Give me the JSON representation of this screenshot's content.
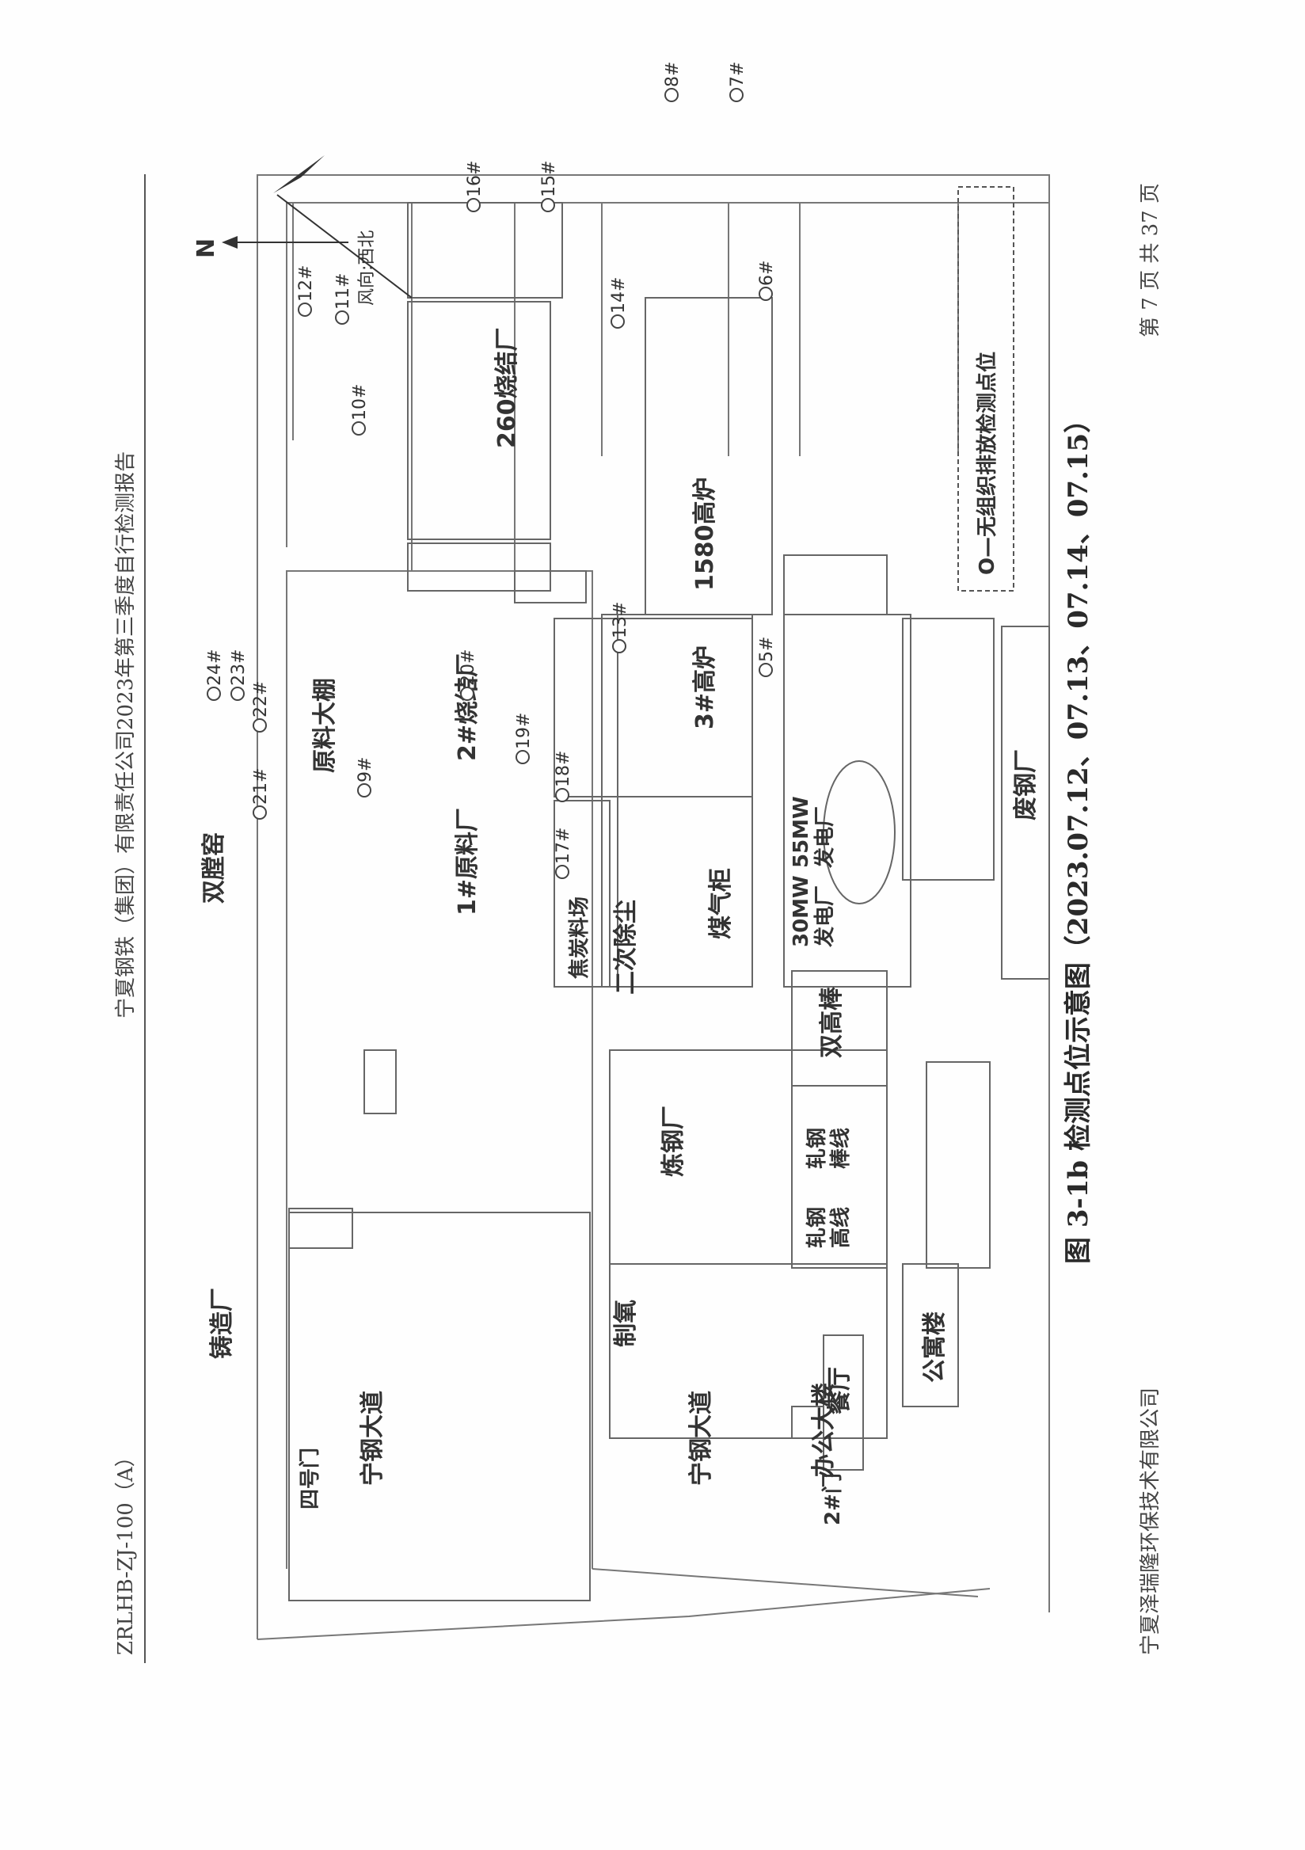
{
  "header": {
    "doc_code": "ZRLHB-ZJ-100（A）",
    "report_title": "宁夏钢铁（集团）有限责任公司2023年第三季度自行检测报告"
  },
  "footer": {
    "company": "宁夏泽瑞隆环保技术有限公司",
    "page_info": "第 7 页 共 37 页"
  },
  "figure": {
    "caption": "图 3-1b    检测点位示意图（2023.07.12、07.13、07.14、07.15）",
    "north_label": "N",
    "wind_label": "风向:西北",
    "legend_text": "O—无组织排放检测点位"
  },
  "buildings": {
    "b260_sinter": "260烧结厂",
    "b1580_bf": "1580高炉",
    "b2_sinter": "2#烧结厂",
    "raw_shed": "原料大棚",
    "shuangtang": "双膛窑",
    "b1_raw": "1#原料厂",
    "coke_yard": "焦炭料场",
    "secondary_dust": "二次除尘",
    "bf3": "3#高炉",
    "gas_holder": "煤气柜",
    "mw55_a": "55MW",
    "mw55_b": "发电厂",
    "mw30_a": "30MW",
    "mw30_b": "发电厂",
    "scrap_steel": "废钢厂",
    "double_bar": "双高棒",
    "rolling_bar_a": "轧钢",
    "rolling_bar_b": "棒线",
    "rolling_high_a": "轧钢",
    "rolling_high_b": "高线",
    "steelmaking": "炼钢厂",
    "oxygen": "制氧",
    "canteen": "餐厅",
    "office": "办公大楼",
    "apartment": "公寓楼",
    "gate2": "2#门",
    "gate4": "四号门",
    "casting": "铸造厂",
    "road_a": "宁钢大道",
    "road_b": "宁钢大道"
  },
  "points": {
    "p5": "5#",
    "p6": "6#",
    "p7": "7#",
    "p8": "8#",
    "p9": "9#",
    "p10": "10#",
    "p11": "11#",
    "p12": "12#",
    "p13": "13#",
    "p14": "14#",
    "p15": "15#",
    "p16": "16#",
    "p17": "17#",
    "p18": "18#",
    "p19": "19#",
    "p20": "20#",
    "p21": "21#",
    "p22": "22#",
    "p23": "23#",
    "p24": "24#"
  }
}
